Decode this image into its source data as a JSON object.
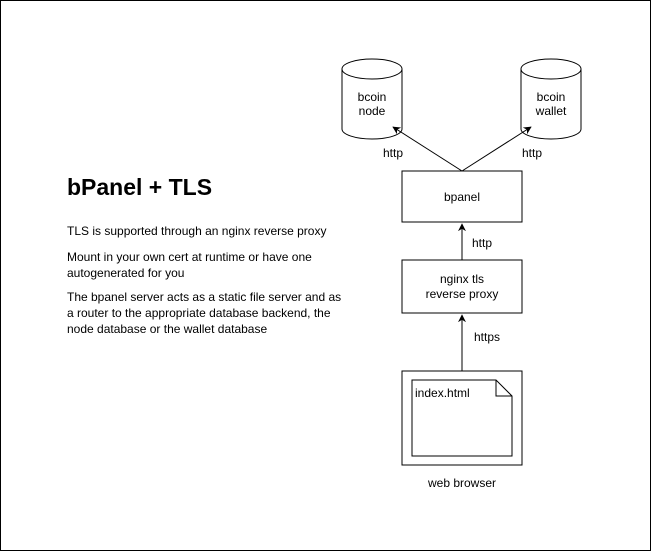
{
  "title": "bPanel + TLS",
  "paragraphs": [
    "TLS is supported through an nginx reverse proxy",
    "Mount in your own cert at runtime or have one autogenerated for you",
    "The bpanel server acts as a static file server and as a router to the appropriate database backend, the node database or the wallet database"
  ],
  "nodes": {
    "bcoin_node": [
      "bcoin",
      "node"
    ],
    "bcoin_wallet": [
      "bcoin",
      "wallet"
    ],
    "bpanel": "bpanel",
    "nginx": [
      "nginx tls",
      "reverse proxy"
    ],
    "index_file": "index.html",
    "browser": "web browser"
  },
  "edges": {
    "bpanel_to_node": "http",
    "bpanel_to_wallet": "http",
    "nginx_to_bpanel": "http",
    "browser_to_nginx": "https"
  }
}
